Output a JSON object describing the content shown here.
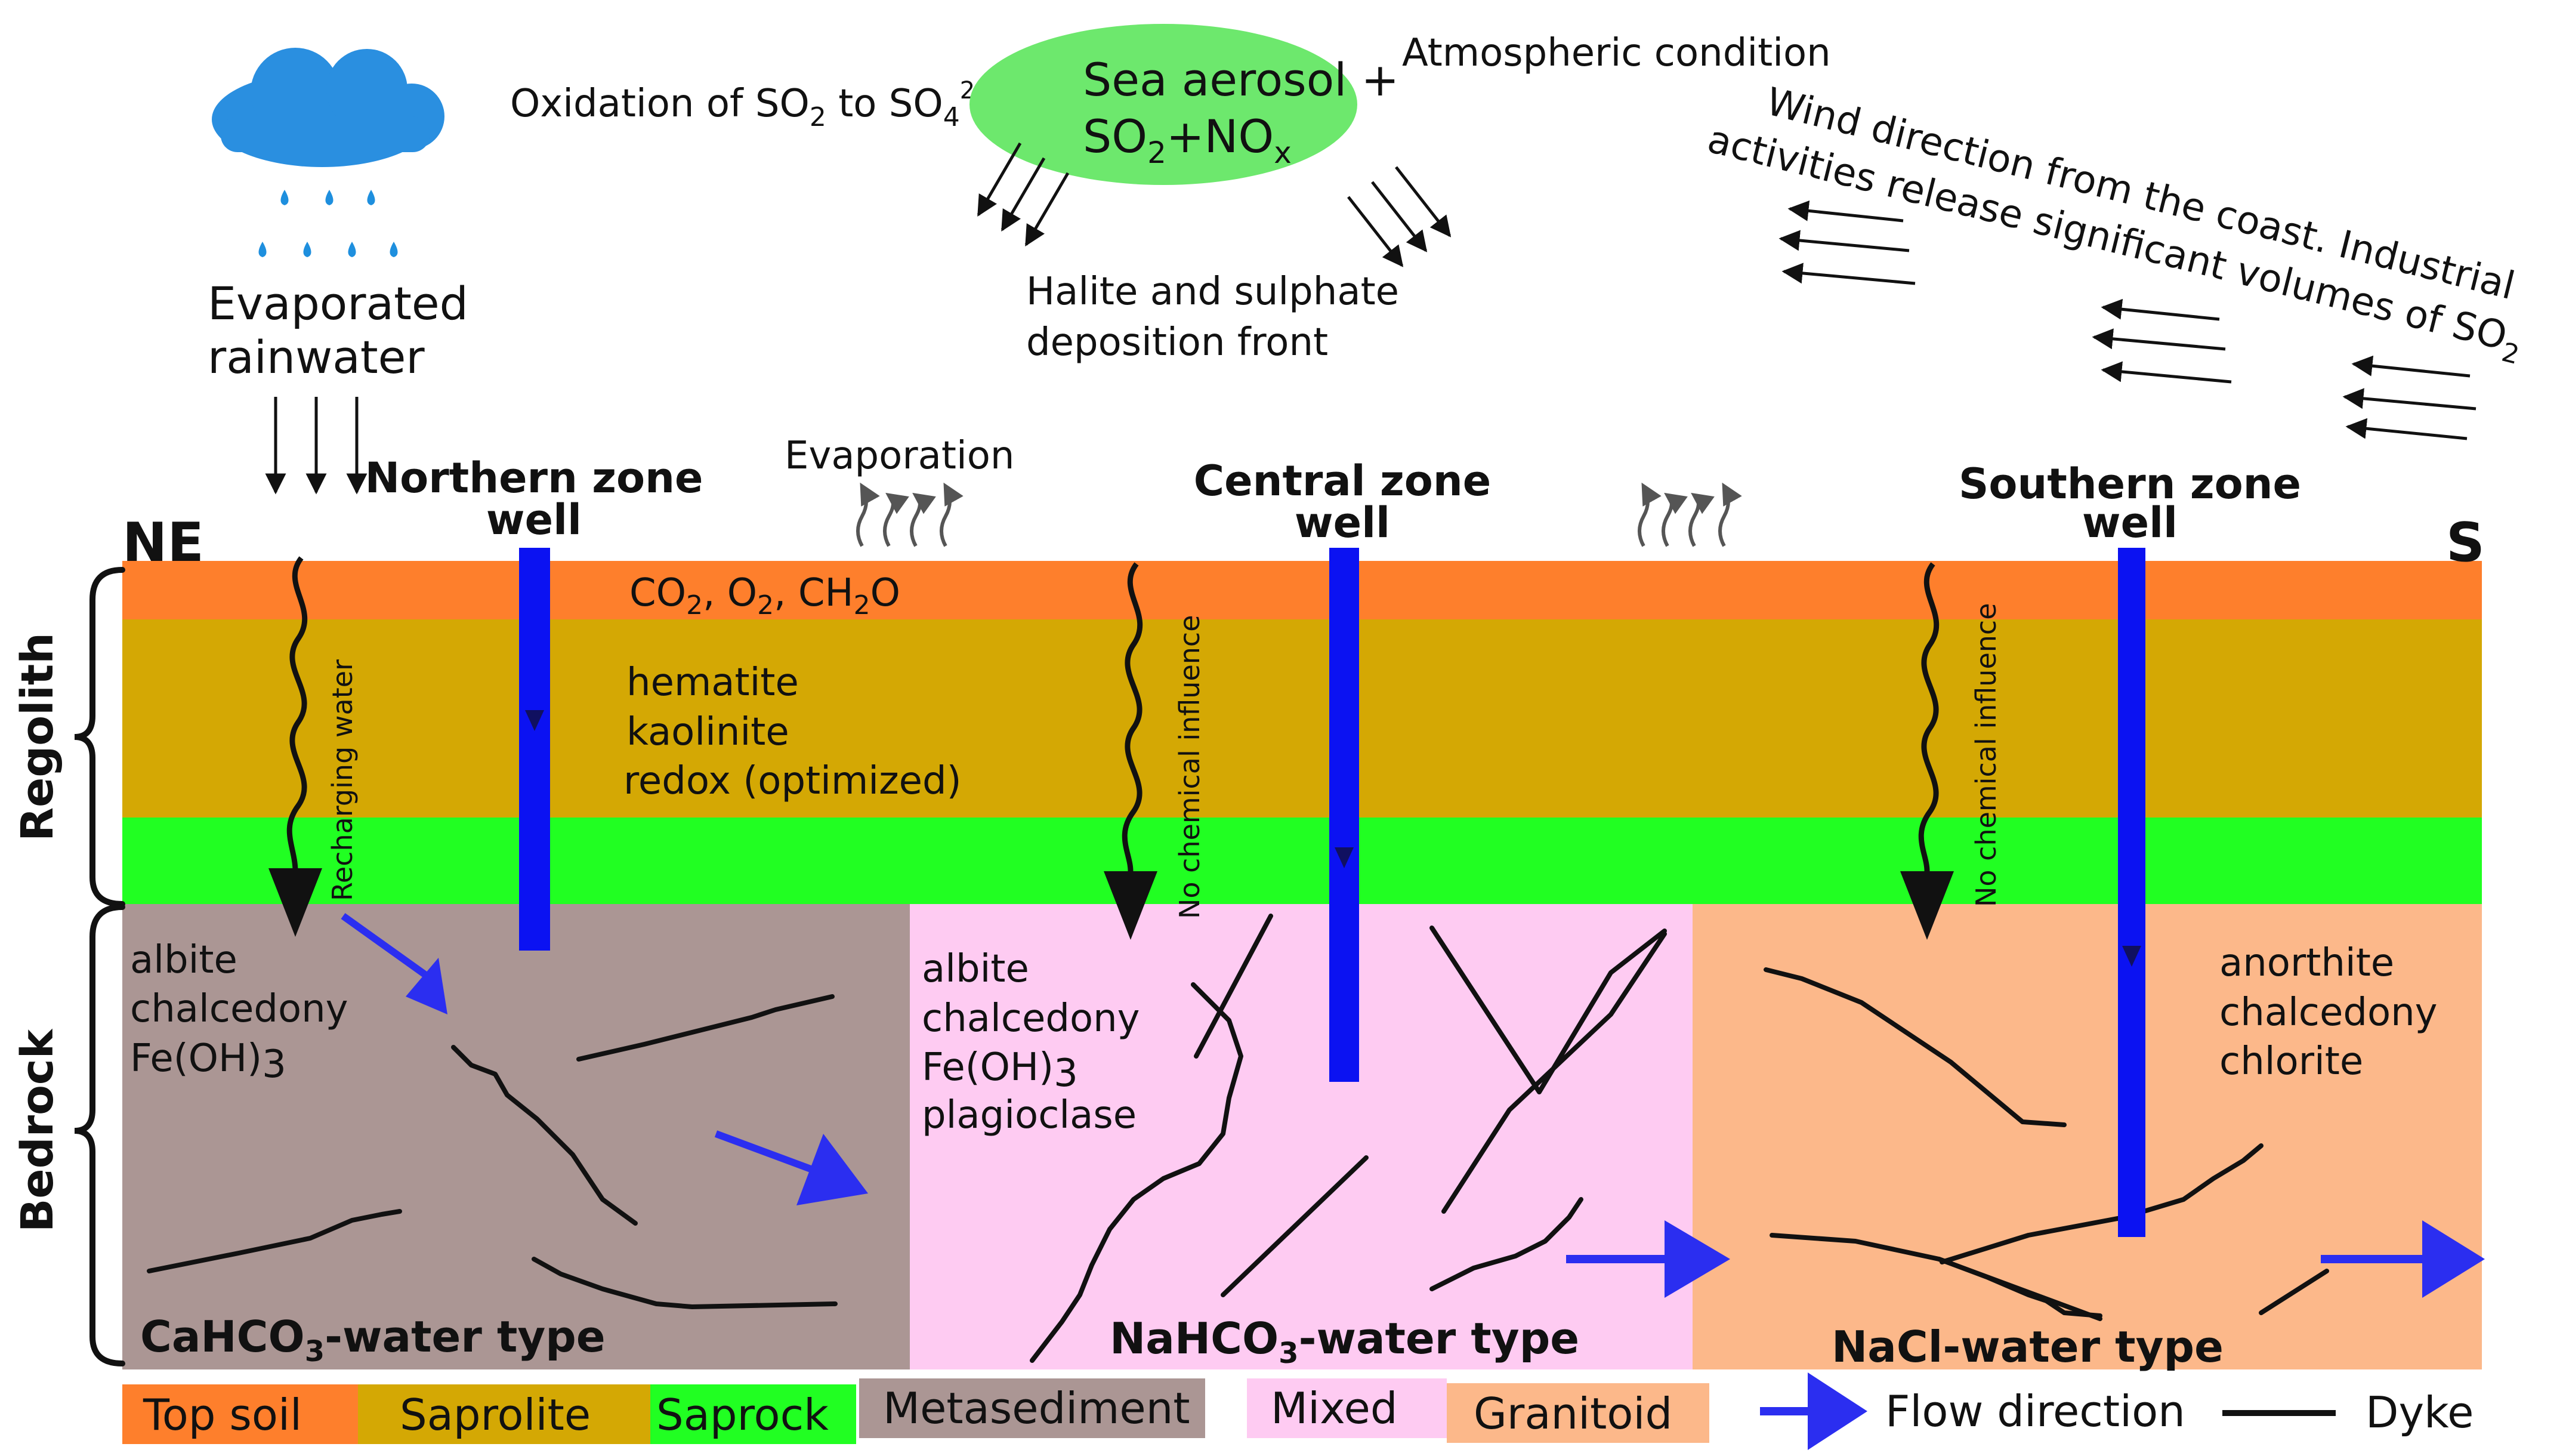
{
  "colors": {
    "top_soil": "#fe7f2c",
    "saprolite": "#d4a804",
    "saprock": "#21ff22",
    "metasediment": "#ab9694",
    "mixed": "#fecbf2",
    "granitoid": "#fcb88a",
    "well": "#0b12f2",
    "flow": "#2b2ef0",
    "cloud": "#2a8fe0",
    "drop": "#1e8fde",
    "aerosol": "#6de86d"
  },
  "rain": {
    "label_line1": "Evaporated",
    "label_line2": "rainwater"
  },
  "atmosphere": {
    "oxidation_prefix": "Oxidation  of SO",
    "oxidation_sub1": "2",
    "oxidation_mid": " to SO",
    "oxidation_sub2": "4",
    "oxidation_sup": "2-",
    "aerosol_line1": "Sea aerosol +",
    "aerosol_so": "SO",
    "aerosol_so_sub": "2",
    "aerosol_no": "+NO",
    "aerosol_no_sub": "x",
    "condition": "Atmospheric condition",
    "deposition_line1": "Halite and sulphate",
    "deposition_line2": "deposition front",
    "wind_line1": "Wind direction from the coast. Industrial",
    "wind_line2": "activities release significant volumes of SO",
    "wind_sub": "2",
    "evaporation": "Evaporation"
  },
  "orientation": {
    "left": "NE",
    "right": "S"
  },
  "side_labels": {
    "regolith": "Regolith",
    "bedrock": "Bedrock"
  },
  "wells": {
    "northern_line1": "Northern zone",
    "northern_line2": "well",
    "central_line1": "Central zone",
    "central_line2": "well",
    "southern_line1": "Southern zone",
    "southern_line2": "well"
  },
  "regolith": {
    "co2_prefix": "CO",
    "co2_sub": "2",
    "o2_prefix": ", O",
    "o2_sub": "2",
    "ch2o_prefix": ", CH",
    "ch2o_sub": "2",
    "ch2o_suffix": "O",
    "minerals": [
      "hematite",
      "kaolinite",
      "redox (optimized)"
    ]
  },
  "infiltration": {
    "north": "Recharging water",
    "central": "No chemical influence",
    "south": "No chemical influence"
  },
  "bedrock": {
    "north_minerals": [
      "albite",
      "chalcedony"
    ],
    "north_feoh_prefix": "Fe(OH)",
    "north_feoh_sub": "3",
    "central_minerals": [
      "albite",
      "chalcedony"
    ],
    "central_feoh_prefix": "Fe(OH)",
    "central_feoh_sub": "3",
    "central_extra": "plagioclase",
    "south_minerals": [
      "anorthite",
      "chalcedony",
      "chlorite"
    ]
  },
  "water_types": {
    "north_prefix": "CaHCO",
    "north_sub": "3",
    "north_suffix": "-water type",
    "central_prefix": "NaHCO",
    "central_sub": "3",
    "central_suffix": "-water type",
    "south": "NaCl-water type"
  },
  "legend": {
    "top_soil": "Top soil",
    "saprolite": "Saprolite",
    "saprock": "Saprock",
    "metasediment": "Metasediment",
    "mixed": "Mixed",
    "granitoid": "Granitoid",
    "flow": "Flow direction",
    "dyke": "Dyke"
  }
}
